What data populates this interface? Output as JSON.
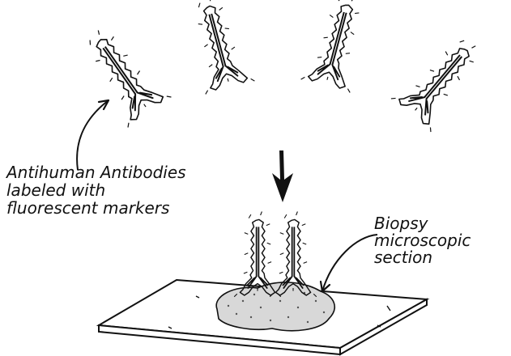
{
  "diagram": {
    "antibody_label": {
      "line1": "Antihuman Antibodies",
      "line2": "labeled with",
      "line3": "fluorescent markers"
    },
    "biopsy_label": {
      "line1": "Biopsy",
      "line2": "microscopic",
      "line3": "section"
    }
  },
  "colors": {
    "ink": "#111111",
    "background": "#ffffff",
    "tissue": "#d8d8d8"
  }
}
